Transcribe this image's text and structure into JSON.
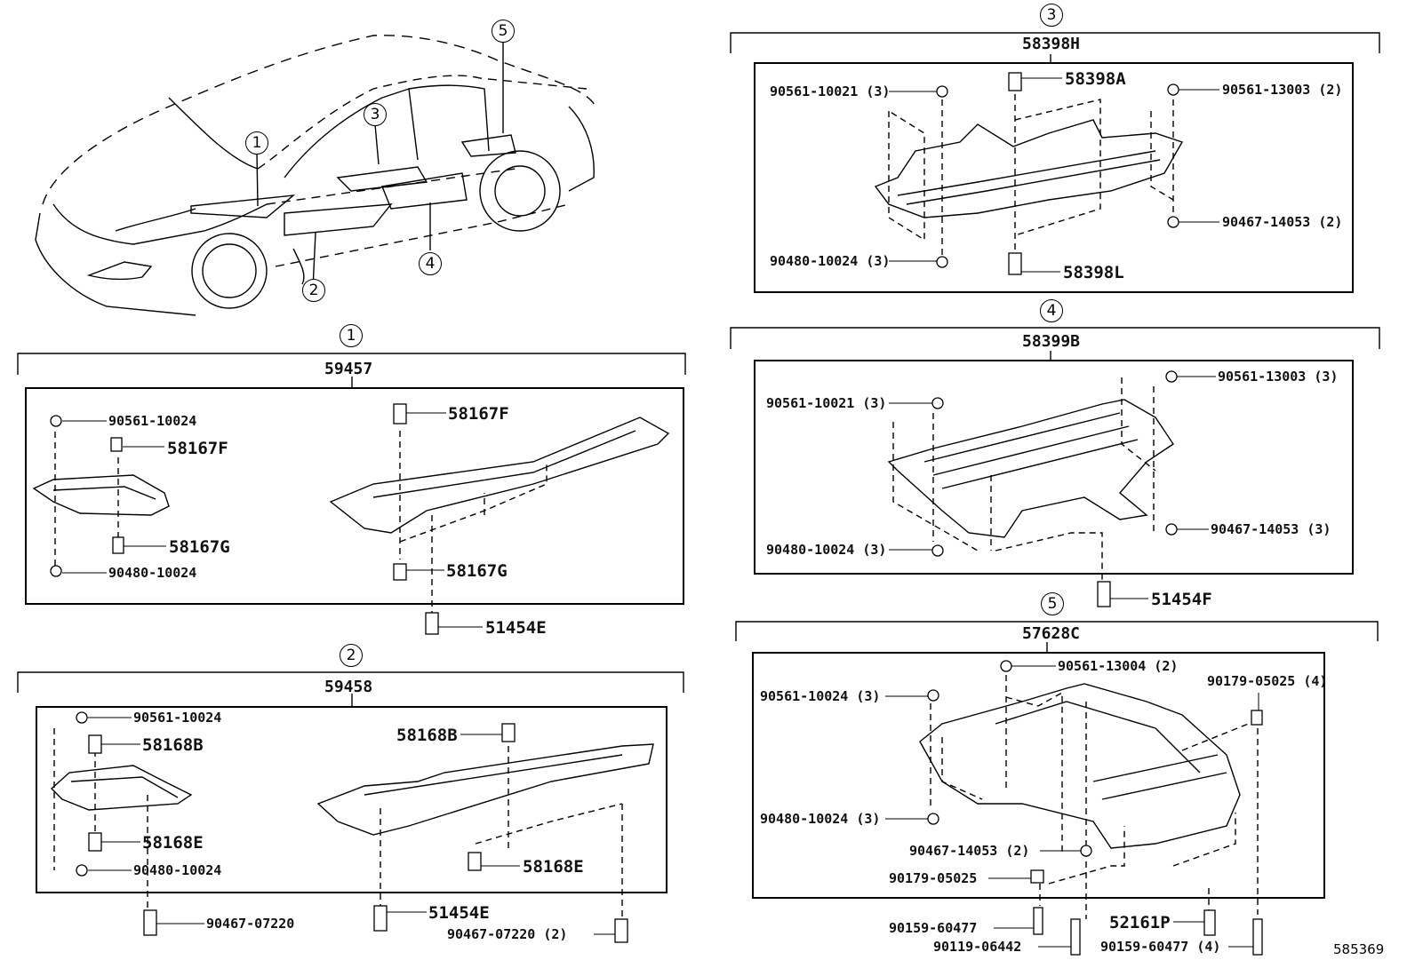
{
  "diagram": {
    "figure_id": "585369",
    "overview": {
      "callouts": [
        "1",
        "2",
        "3",
        "4",
        "5"
      ],
      "description": "sedan outline with underbody cover locations"
    },
    "groups": [
      {
        "index": "1",
        "assembly": "59457",
        "parts": [
          "90561-10024",
          "58167F",
          "58167G",
          "90480-10024",
          "58167F",
          "58167G"
        ],
        "outside": [
          "51454E"
        ]
      },
      {
        "index": "2",
        "assembly": "59458",
        "parts": [
          "90561-10024",
          "58168B",
          "58168E",
          "90480-10024",
          "58168B",
          "58168E"
        ],
        "outside": [
          "90467-07220",
          "51454E",
          "90467-07220 (2)"
        ]
      },
      {
        "index": "3",
        "assembly": "58398H",
        "parts": [
          "90561-10021 (3)",
          "58398A",
          "90561-13003 (2)",
          "90467-14053 (2)",
          "90480-10024 (3)",
          "58398L"
        ]
      },
      {
        "index": "4",
        "assembly": "58399B",
        "parts": [
          "90561-10021 (3)",
          "90561-13003 (3)",
          "90467-14053 (3)",
          "90480-10024 (3)"
        ],
        "outside": [
          "51454F"
        ]
      },
      {
        "index": "5",
        "assembly": "57628C",
        "parts": [
          "90561-13004 (2)",
          "90179-05025 (4)",
          "90561-10024 (3)",
          "90480-10024 (3)",
          "90467-14053 (2)",
          "90179-05025"
        ],
        "outside": [
          "90159-60477",
          "52161P",
          "90119-06442",
          "90159-60477 (4)"
        ]
      }
    ]
  }
}
